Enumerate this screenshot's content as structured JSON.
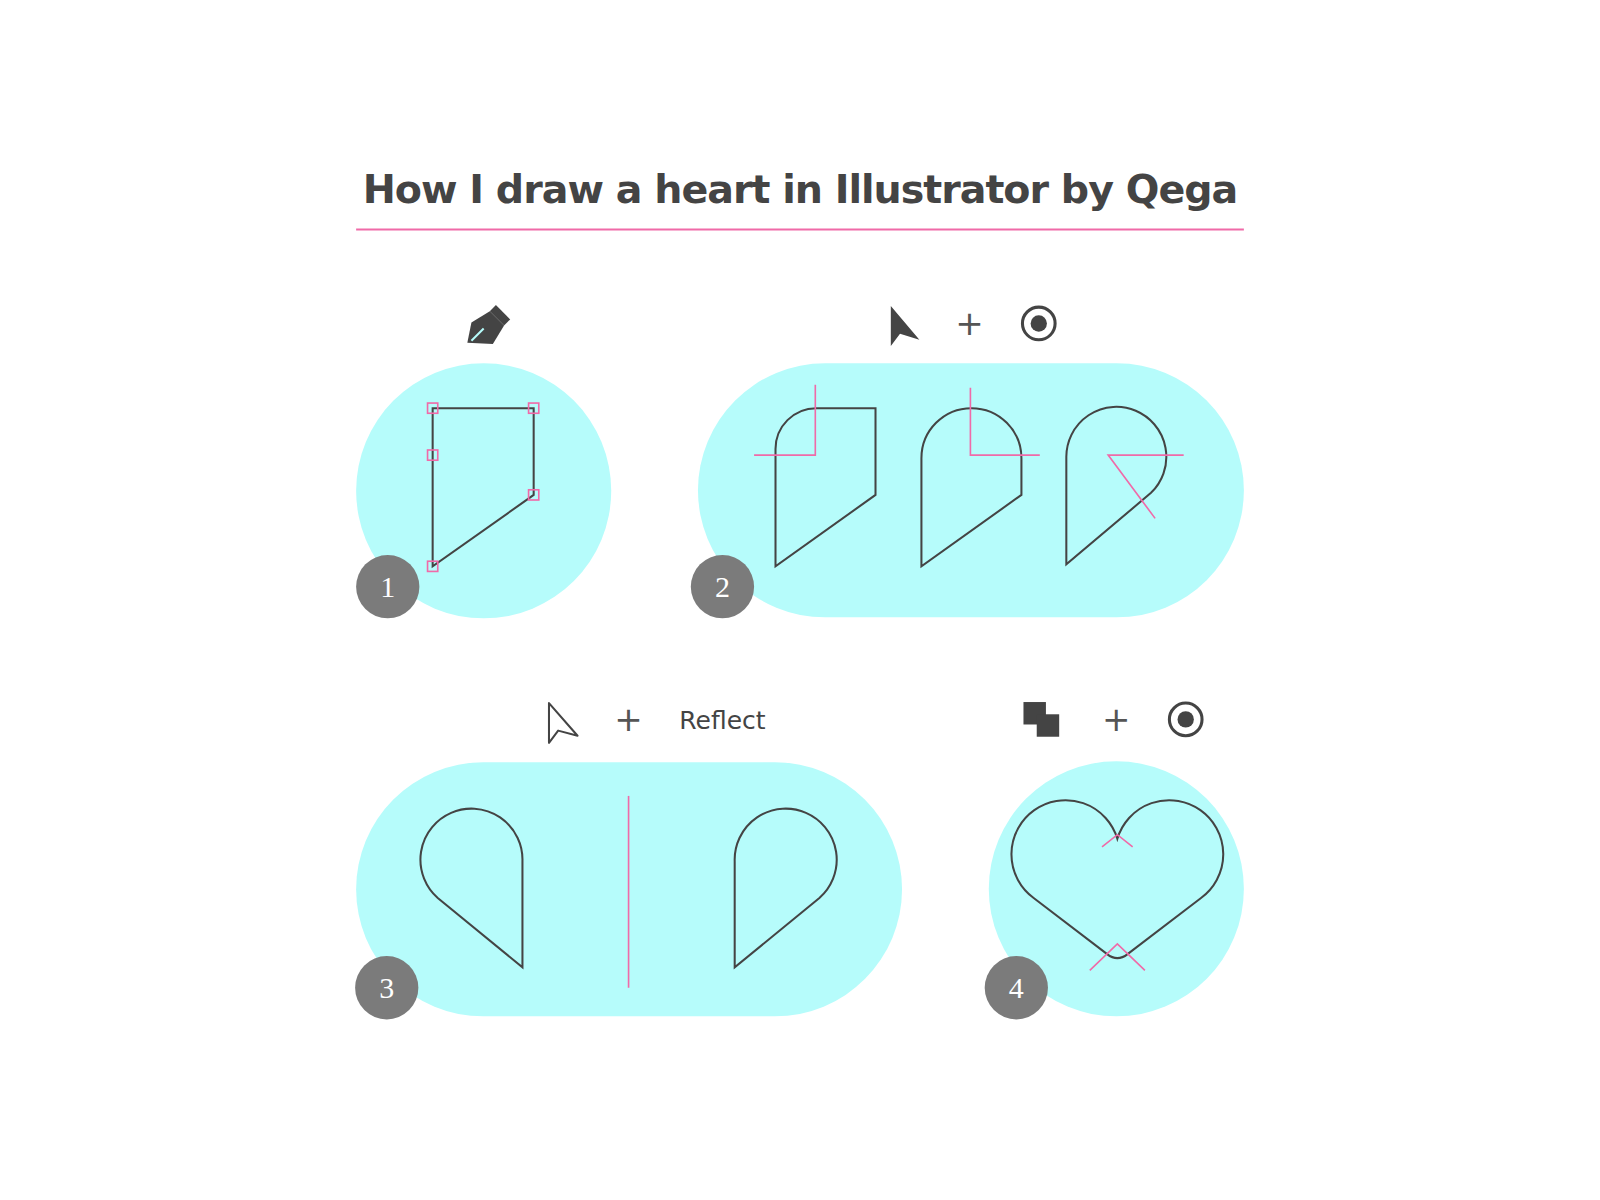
{
  "diagram": {
    "title": "How I draw a heart in Illustrator by Qega",
    "labels": [
      "+",
      "1",
      "2",
      "+",
      "Reflect",
      "+",
      "3",
      "4"
    ]
  }
}
